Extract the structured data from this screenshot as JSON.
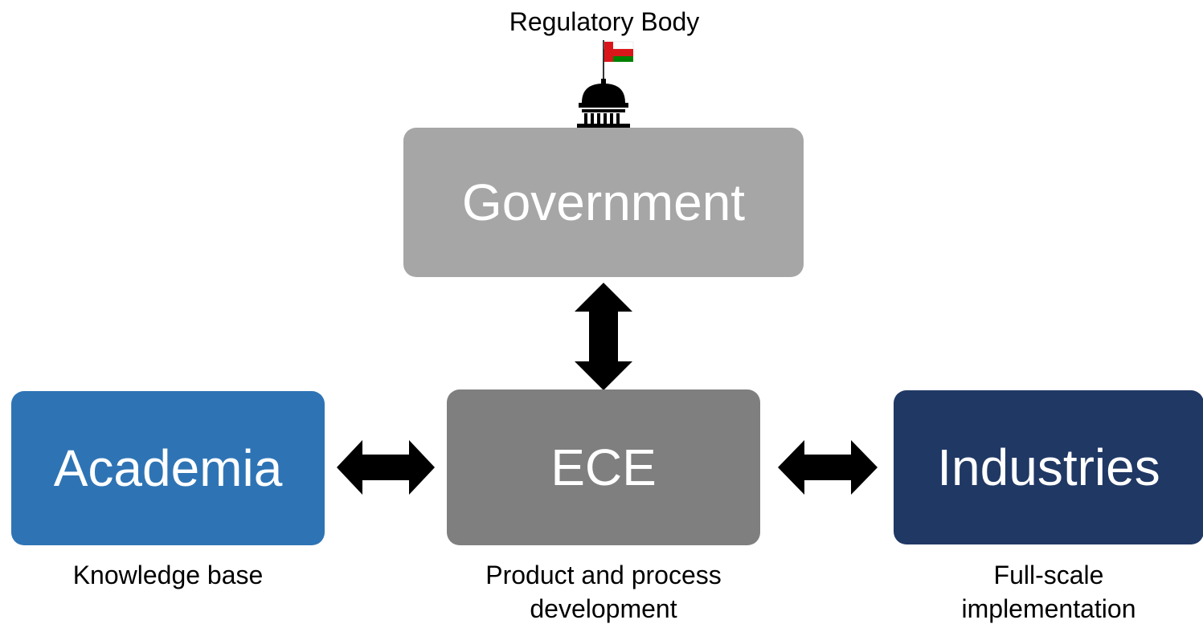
{
  "regulatory_label": "Regulatory Body",
  "nodes": {
    "government": {
      "label": "Government",
      "color": "#a6a6a6"
    },
    "academia": {
      "label": "Academia",
      "caption": "Knowledge base",
      "color": "#2e74b5"
    },
    "ece": {
      "label": "ECE",
      "caption_line1": "Product and process",
      "caption_line2": "development",
      "color": "#7f7f7f"
    },
    "industries": {
      "label": "Industries",
      "caption_line1": "Full-scale",
      "caption_line2": "implementation",
      "color": "#203864"
    }
  },
  "icons": {
    "building": "capitol-building-icon",
    "flag": "oman-flag-icon",
    "arrow": "double-headed-arrow-icon"
  }
}
